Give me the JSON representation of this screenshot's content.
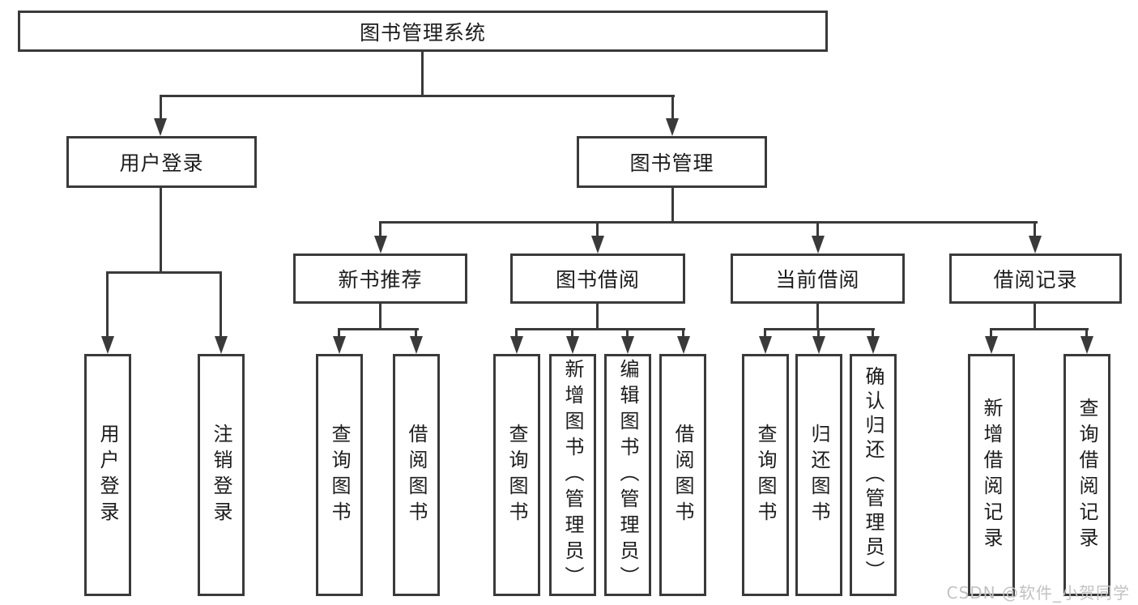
{
  "colors": {
    "line": "#3a3a3a",
    "text": "#1c1c1c",
    "background": "#ffffff",
    "watermark": "#c2c2c2"
  },
  "diagram": {
    "root": "图书管理系统",
    "level2": {
      "user_login": "用户登录",
      "book_management": "图书管理"
    },
    "level3": {
      "new_book_recommend": "新书推荐",
      "book_borrow": "图书借阅",
      "current_borrow": "当前借阅",
      "borrow_records": "借阅记录"
    },
    "leaves": {
      "user_login": "用户登录",
      "logout": "注销登录",
      "nb_query_books": "查询图书",
      "nb_borrow_books": "借阅图书",
      "bb_query_books": "查询图书",
      "bb_add_books": "新增图书（管理员）",
      "bb_edit_books": "编辑图书（管理员）",
      "bb_borrow_books": "借阅图书",
      "cb_query_books": "查询图书",
      "cb_return_books": "归还图书",
      "cb_confirm_return": "确认归还（管理员）",
      "br_add_record": "新增借阅记录",
      "br_query_record": "查询借阅记录"
    }
  },
  "watermark": "CSDN @软件_小贺同学"
}
